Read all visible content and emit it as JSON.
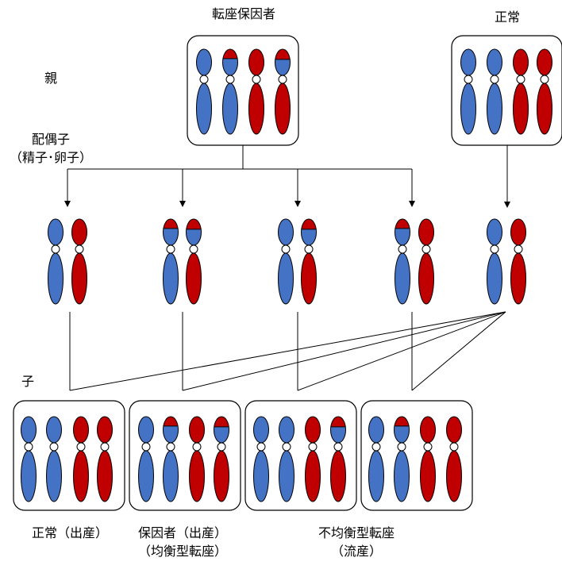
{
  "labels": {
    "carrier": "転座保因者",
    "normal": "正常",
    "parent": "親",
    "gamete_1": "配偶子",
    "gamete_2": "（精子･卵子）",
    "child": "子",
    "outcome_normal": "正常（出産）",
    "outcome_balanced_1": "保因者（出産）",
    "outcome_balanced_2": "（均衡型転座）",
    "outcome_unbalanced_1": "不均衡型転座",
    "outcome_unbalanced_2": "（流産）"
  },
  "colors": {
    "blue": "#4472C4",
    "red": "#C00000",
    "outline": "#000000"
  },
  "legend": {
    "B": "blue chromosome",
    "R": "red chromosome",
    "T": "blue chromosome with red tip",
    "S": "red chromosome with blue lower top arm"
  },
  "karyotypes": {
    "parent_carrier": [
      "B",
      "T",
      "R",
      "S"
    ],
    "parent_normal": [
      "B",
      "B",
      "R",
      "R"
    ],
    "gametes_carrier": [
      [
        "B",
        "R"
      ],
      [
        "T",
        "S"
      ],
      [
        "B",
        "S"
      ],
      [
        "T",
        "R"
      ]
    ],
    "gamete_normal": [
      "B",
      "R"
    ],
    "children": [
      [
        "B",
        "B",
        "R",
        "R"
      ],
      [
        "B",
        "T",
        "R",
        "S"
      ],
      [
        "B",
        "B",
        "R",
        "S"
      ],
      [
        "B",
        "T",
        "R",
        "R"
      ]
    ]
  }
}
